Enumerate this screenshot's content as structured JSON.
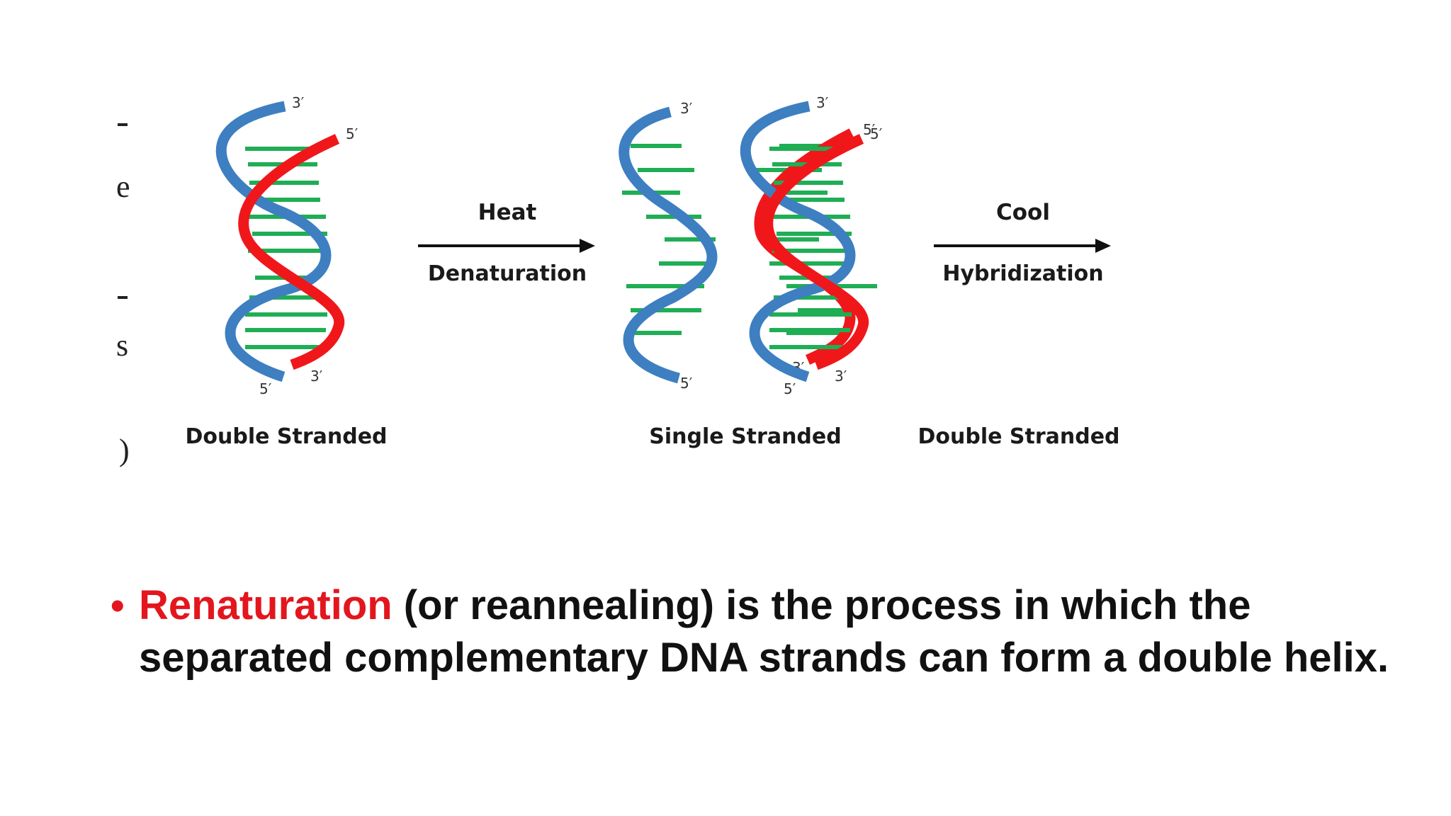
{
  "diagram": {
    "panels": [
      {
        "caption": "Double Stranded",
        "ends": {
          "blue_top": "3′",
          "red_top": "5′",
          "blue_bottom": "5′",
          "red_bottom": "3′"
        }
      },
      {
        "caption": "Single Stranded",
        "ends": {
          "blue_top": "3′",
          "red_top": "5′",
          "blue_bottom": "5′",
          "red_bottom": "3′"
        }
      },
      {
        "caption": "Double Stranded",
        "ends": {
          "blue_top": "3′",
          "red_top": "5′",
          "blue_bottom": "5′",
          "red_bottom": "3′"
        }
      }
    ],
    "arrows": [
      {
        "above": "Heat",
        "below": "Denaturation"
      },
      {
        "above": "Cool",
        "below": "Hybridization"
      }
    ],
    "colors": {
      "strand_blue": "#3d7fc1",
      "strand_red": "#f0171b",
      "base_pairs": "#1fae54"
    }
  },
  "bullet": {
    "highlight": "Renaturation",
    "rest": " (or reannealing) is the process in which the separated complementary DNA strands can form a double helix."
  }
}
